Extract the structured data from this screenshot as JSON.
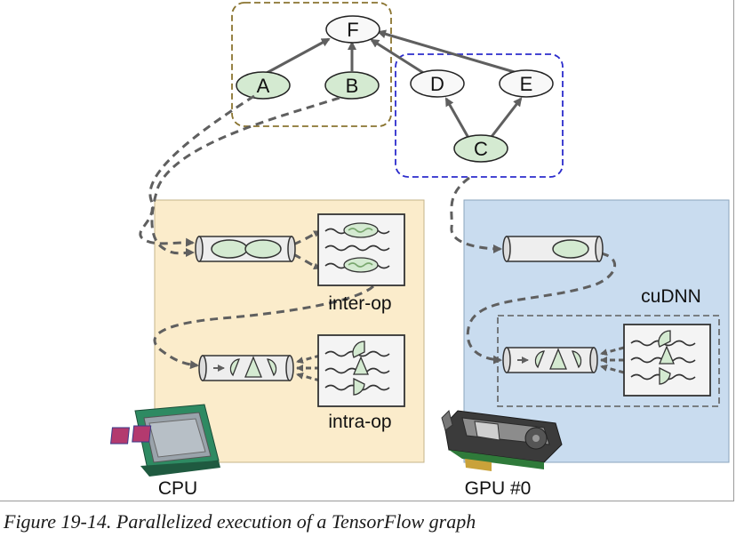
{
  "nodes": {
    "F": "F",
    "A": "A",
    "B": "B",
    "D": "D",
    "E": "E",
    "C": "C"
  },
  "labels": {
    "inter_op": "inter-op",
    "intra_op": "intra-op",
    "cudnn": "cuDNN",
    "cpu": "CPU",
    "gpu": "GPU #0"
  },
  "caption": "Figure 19-14. Parallelized execution of a TensorFlow graph",
  "colors": {
    "cpu_panel": "#fbeccb",
    "gpu_panel": "#c9dcef",
    "op_fill": "#d4ead1",
    "cpu_group_border": "#8a7430",
    "gpu_group_border": "#2c2ccc",
    "arrow": "#5f5f5f"
  }
}
